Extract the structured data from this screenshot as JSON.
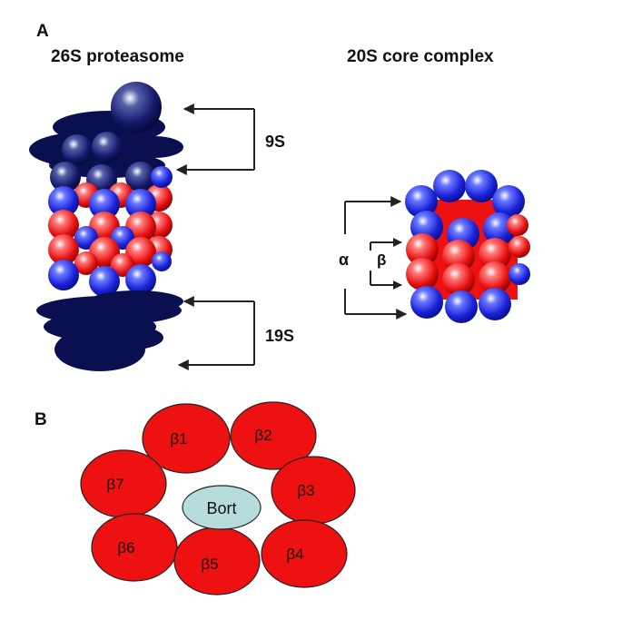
{
  "panel_a": {
    "letter": "A",
    "title_26s": "26S proteasome",
    "title_20s": "20S core complex",
    "label_9s": "9S",
    "label_19s": "19S",
    "label_alpha": "α",
    "label_beta": "β"
  },
  "panel_b": {
    "letter": "B",
    "subunits": [
      "β1",
      "β2",
      "β3",
      "β4",
      "β5",
      "β6",
      "β7"
    ],
    "center": "Bort"
  },
  "colors": {
    "navy": "#0a0f4f",
    "blue": "#2233ee",
    "red": "#ee1111",
    "bort": "#b7dcdc"
  }
}
